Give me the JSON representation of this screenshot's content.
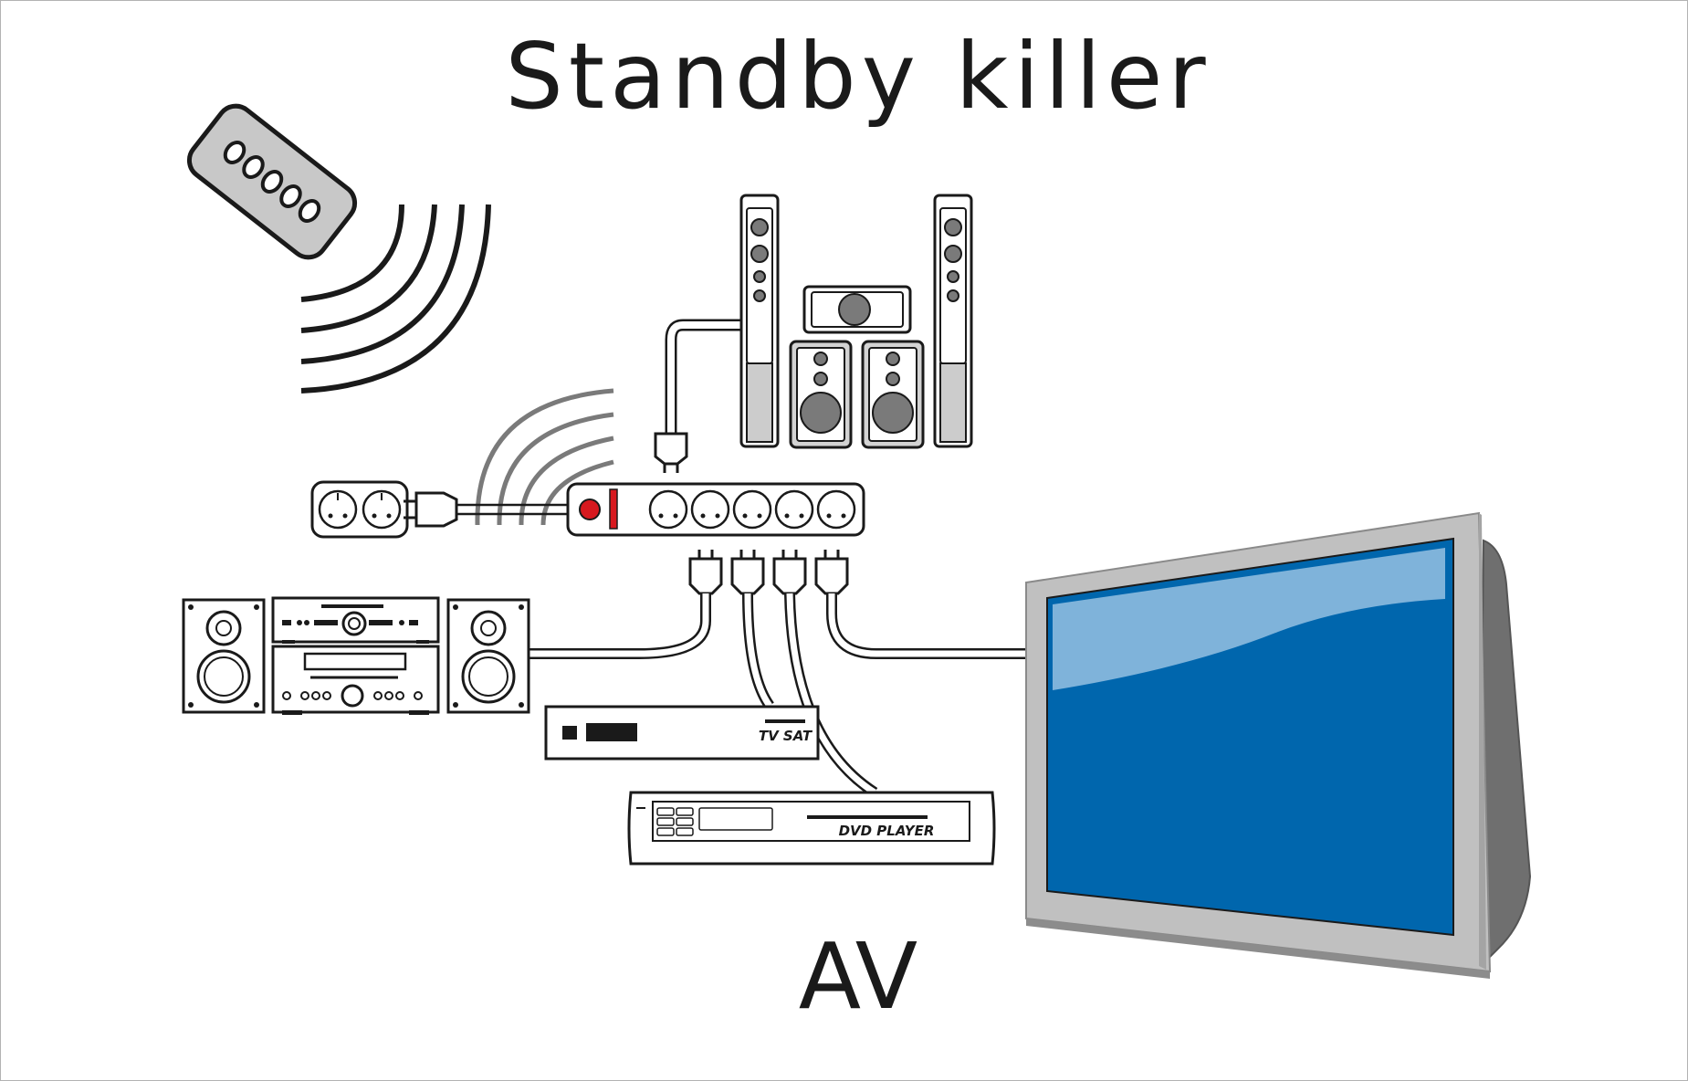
{
  "title": "Standby killer",
  "bottom_label": "AV",
  "devices": {
    "satellite_receiver": "TV SAT",
    "dvd_player": "DVD PLAYER"
  },
  "colors": {
    "ink": "#1a1a1a",
    "switch_red": "#d7191f",
    "screen_blue": "#0066ad",
    "screen_highlight": "#7fb3da",
    "tv_frame": "#c0c0c0",
    "remote_gray": "#c8c8c8",
    "signal_gray": "#7a7a7a"
  }
}
